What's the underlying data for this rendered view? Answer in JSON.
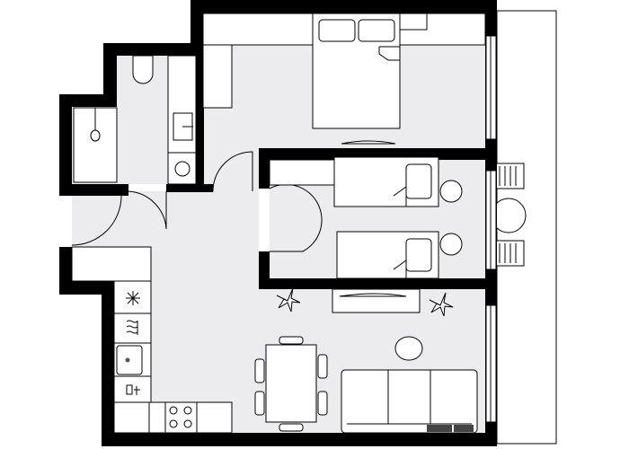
{
  "plan": {
    "colors": {
      "wall": "#000000",
      "floor": "#ececee",
      "furniture": "#ffffff"
    },
    "rooms": [
      "bathroom",
      "wc",
      "bedroom",
      "kids-bedroom",
      "hall",
      "kitchen-living",
      "balcony"
    ]
  }
}
